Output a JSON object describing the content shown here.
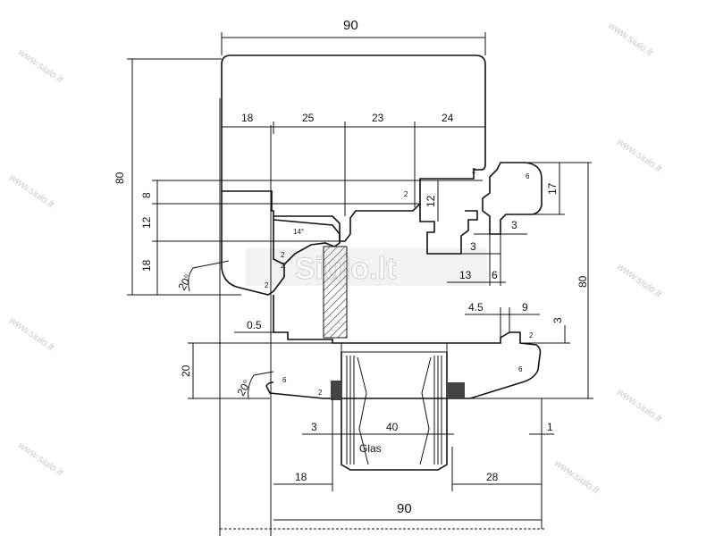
{
  "watermark": {
    "text": "www.siulo.lt",
    "logo": "Siulo.lt"
  },
  "dimensions": {
    "top_width": "90",
    "seg_18": "18",
    "seg_25": "25",
    "seg_23": "23",
    "seg_24": "24",
    "left_height": "80",
    "left_8": "8",
    "left_12": "12",
    "left_18": "18",
    "left_angle": "20°",
    "inner_12": "12",
    "r_3a": "3",
    "r_3b": "3",
    "r_13": "13",
    "r_6": "6",
    "right_17": "17",
    "right_height": "80",
    "r_4_5": "4.5",
    "r_9": "9",
    "r_3c": "3",
    "gap_0_5": "0.5",
    "low_20": "20",
    "low_angle": "20°",
    "bot_3": "3",
    "glass_40": "40",
    "bot_1": "1",
    "bot_18": "18",
    "bot_28": "28",
    "bottom_width": "90"
  },
  "notes": {
    "n2a": "2",
    "n2b": "2",
    "n2c": "2",
    "n2d": "2",
    "n2e": "2",
    "n2f": "2",
    "n2g": "2",
    "n6a": "6",
    "n6b": "6",
    "n6c": "6",
    "n14": "14°"
  },
  "glass_label": "Glas"
}
